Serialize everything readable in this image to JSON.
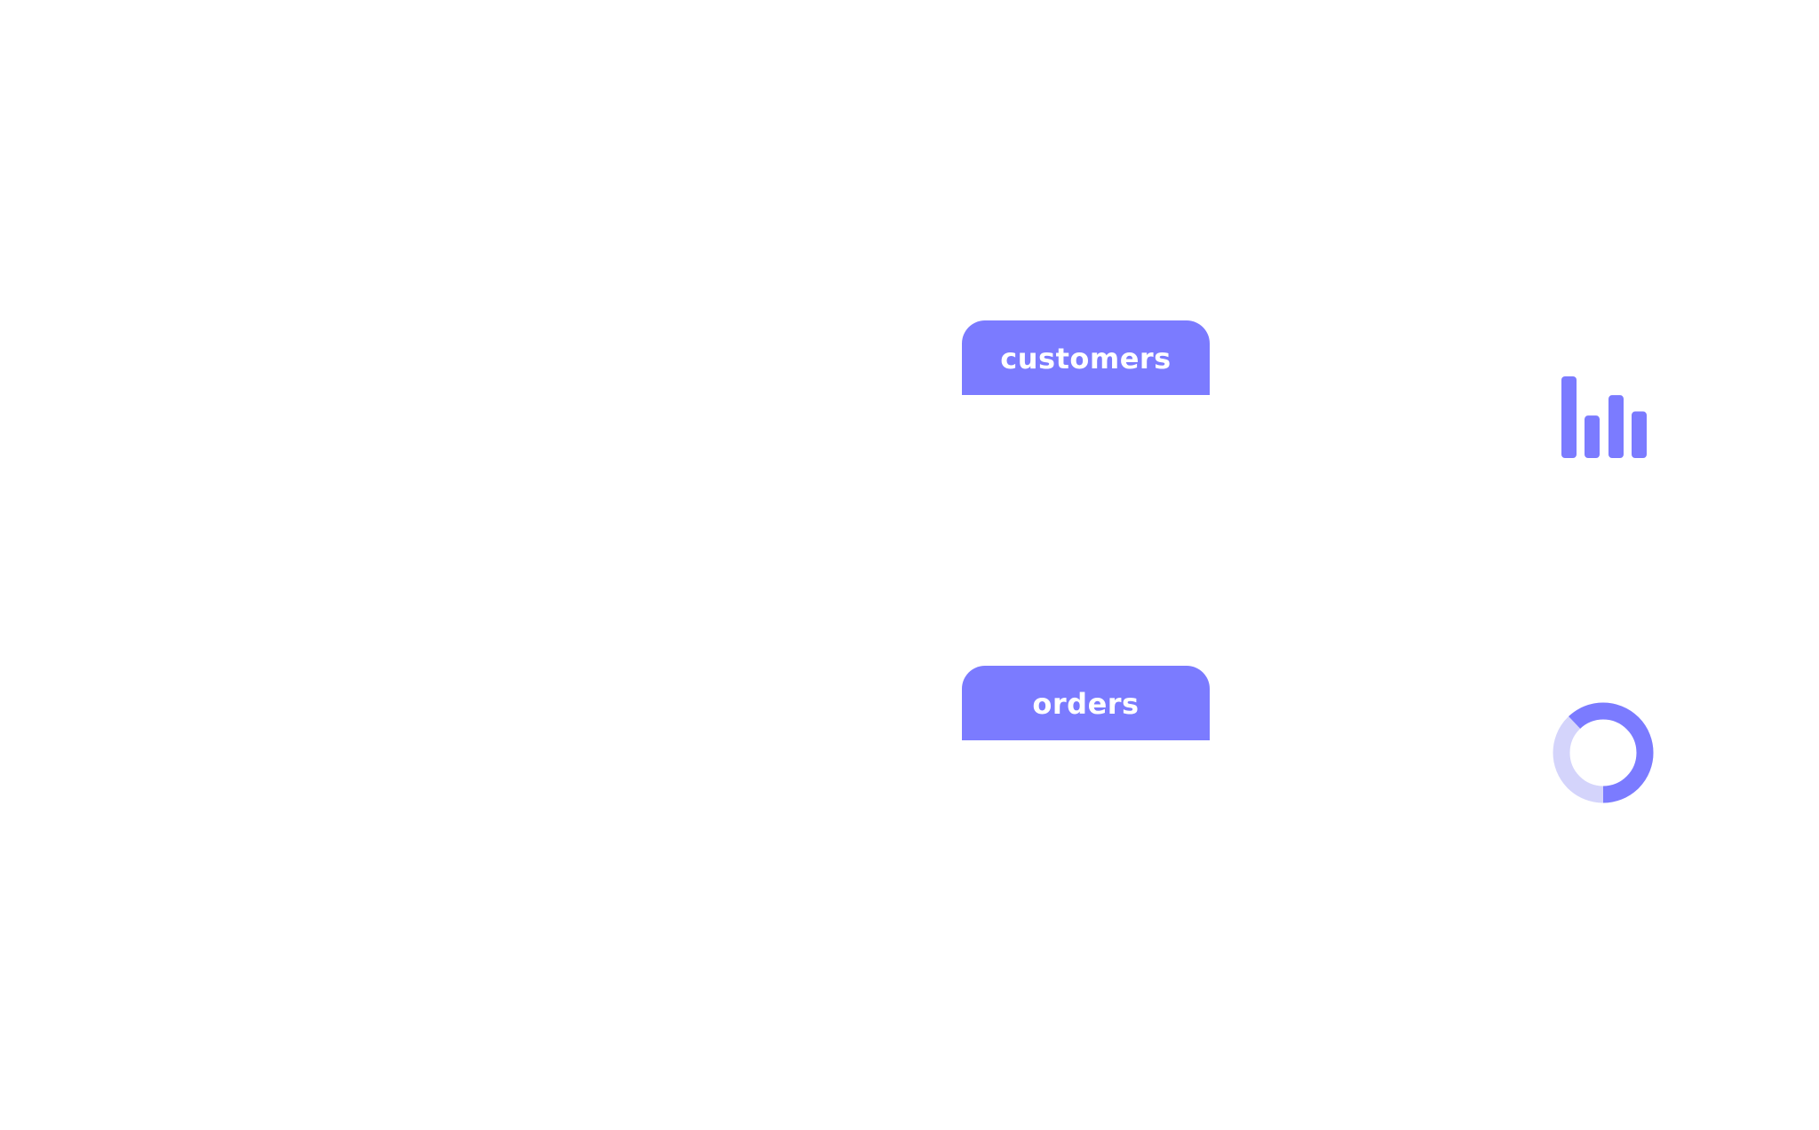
{
  "tables": [
    {
      "name": "customers"
    },
    {
      "name": "orders"
    }
  ],
  "icons": {
    "bar_chart": {
      "semantic": "bar-chart-icon",
      "bar_levels": [
        1.0,
        0.52,
        0.77,
        0.57
      ],
      "color": "#7b7bff"
    },
    "donut_chart": {
      "semantic": "donut-chart-icon",
      "filled_fraction": 0.62,
      "color": "#7b7bff",
      "track_color": "#d4d4fb"
    }
  },
  "colors": {
    "accent": "#7b7bff",
    "accent_light": "#d4d4fb",
    "background": "#ffffff"
  }
}
